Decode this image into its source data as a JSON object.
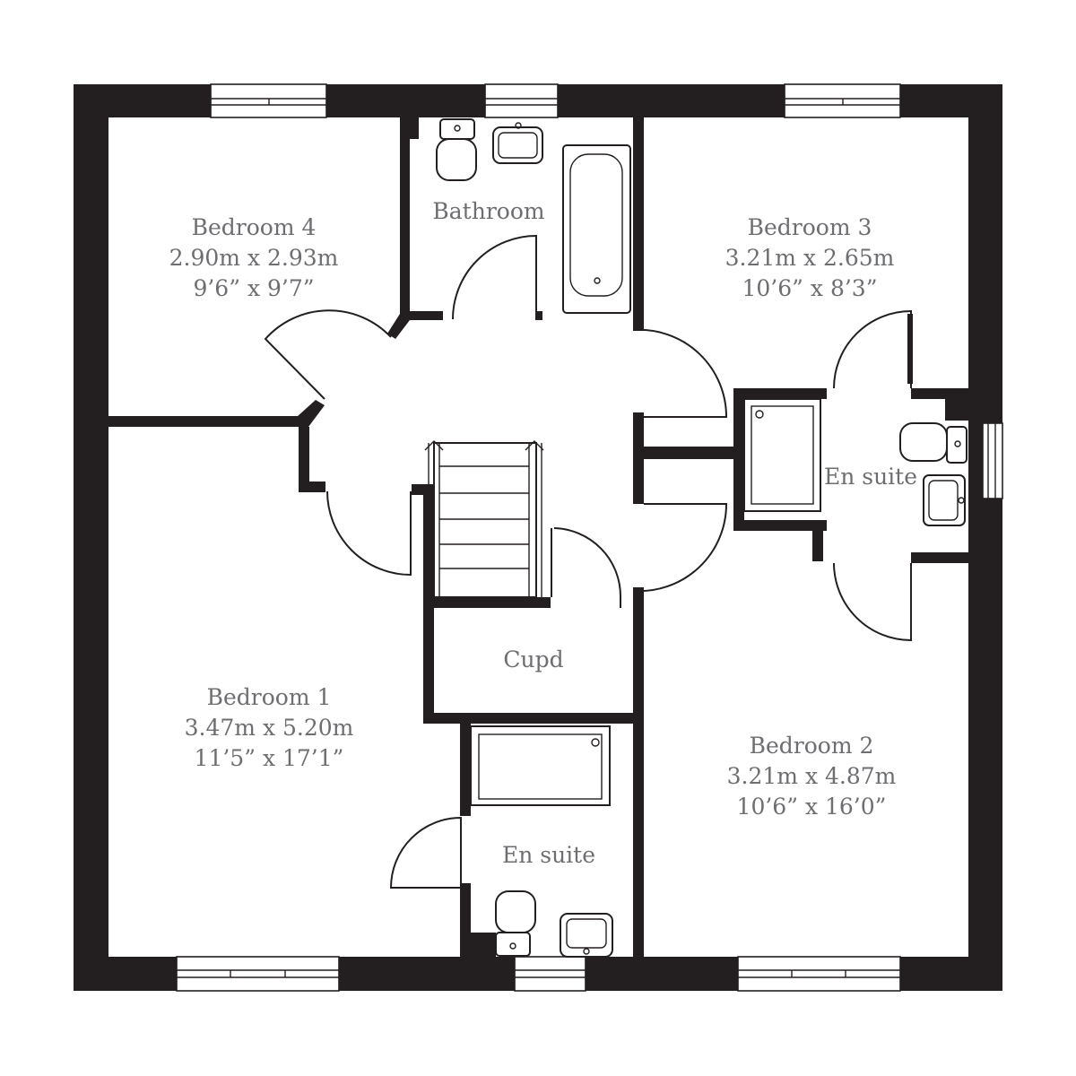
{
  "rooms": {
    "bedroom4": {
      "name": "Bedroom 4",
      "metric": "2.90m x 2.93m",
      "imperial": "9’6” x 9’7”"
    },
    "bathroom": {
      "name": "Bathroom"
    },
    "bedroom3": {
      "name": "Bedroom 3",
      "metric": "3.21m x 2.65m",
      "imperial": "10’6” x 8’3”"
    },
    "ensuite_right": {
      "name": "En suite"
    },
    "bedroom1": {
      "name": "Bedroom 1",
      "metric": "3.47m x 5.20m",
      "imperial": "11’5” x 17’1”"
    },
    "cupd": {
      "name": "Cupd"
    },
    "ensuite_bottom": {
      "name": "En suite"
    },
    "bedroom2": {
      "name": "Bedroom 2",
      "metric": "3.21m x 4.87m",
      "imperial": "10’6” x 16’0”"
    }
  },
  "colors": {
    "wall": "#231f20",
    "label": "#6d6e71",
    "background": "#ffffff"
  },
  "icons": [
    "toilet-icon",
    "washbasin-icon",
    "bathtub-icon",
    "shower-tray-icon",
    "window-icon",
    "door-swing-icon",
    "staircase-icon"
  ]
}
